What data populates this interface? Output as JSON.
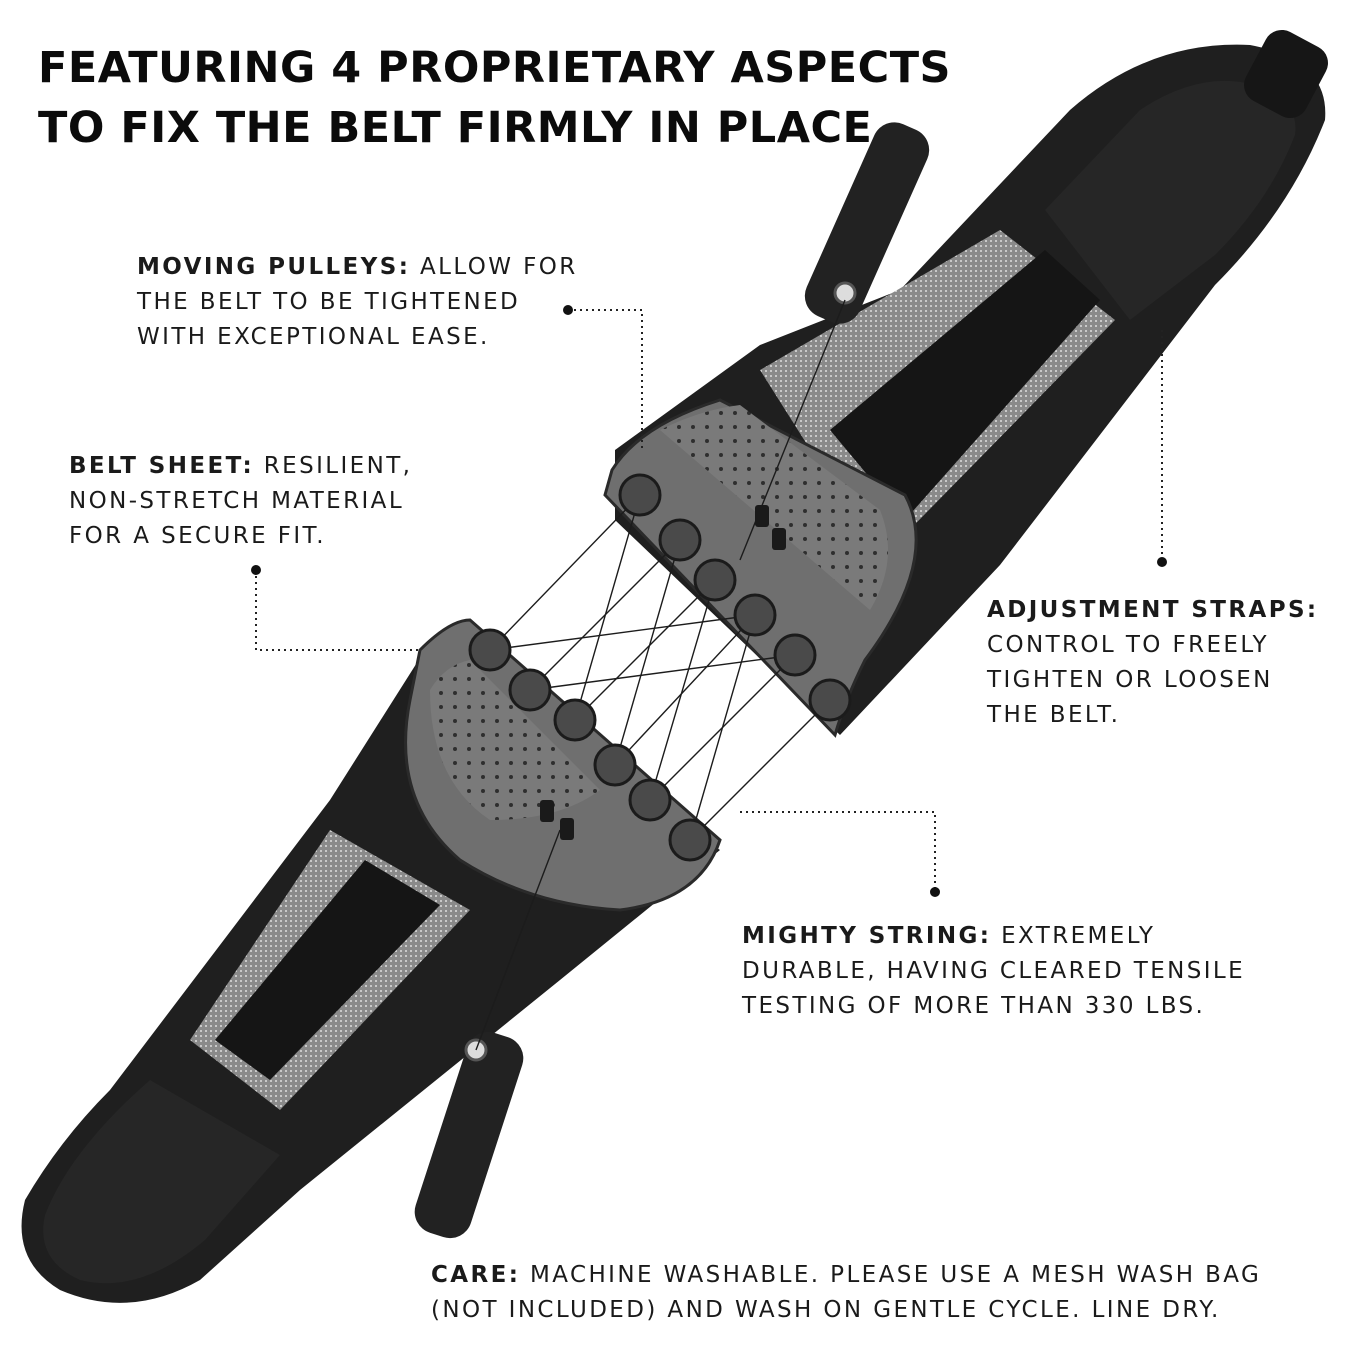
{
  "headline": {
    "line1": "FEATURING 4 PROPRIETARY ASPECTS",
    "line2": "TO FIX THE BELT FIRMLY IN PLACE"
  },
  "callouts": {
    "moving_pulleys": {
      "title": "MOVING PULLEYS:",
      "line1": " ALLOW FOR",
      "line2": "THE BELT TO BE TIGHTENED",
      "line3": "WITH EXCEPTIONAL EASE."
    },
    "belt_sheet": {
      "title": "BELT SHEET:",
      "line1": " RESILIENT,",
      "line2": "NON-STRETCH MATERIAL",
      "line3": "FOR A SECURE FIT."
    },
    "adjustment_straps": {
      "title": "ADJUSTMENT STRAPS:",
      "line1": "CONTROL TO FREELY",
      "line2": "TIGHTEN OR LOOSEN",
      "line3": "THE BELT."
    },
    "mighty_string": {
      "title": "MIGHTY STRING:",
      "line1": " EXTREMELY",
      "line2": "DURABLE, HAVING CLEARED TENSILE",
      "line3": "TESTING OF MORE THAN 330 LBS."
    },
    "care": {
      "title": "CARE:",
      "line1": " MACHINE WASHABLE. PLEASE USE A MESH WASH BAG",
      "line2": "(NOT INCLUDED) AND WASH ON GENTLE CYCLE. LINE DRY."
    }
  },
  "colors": {
    "text": "#111111",
    "belt_dark": "#1e1e1e",
    "belt_mesh": "#8a8a8a",
    "panel_gray": "#7c7c7c",
    "leader_line": "#222222"
  }
}
